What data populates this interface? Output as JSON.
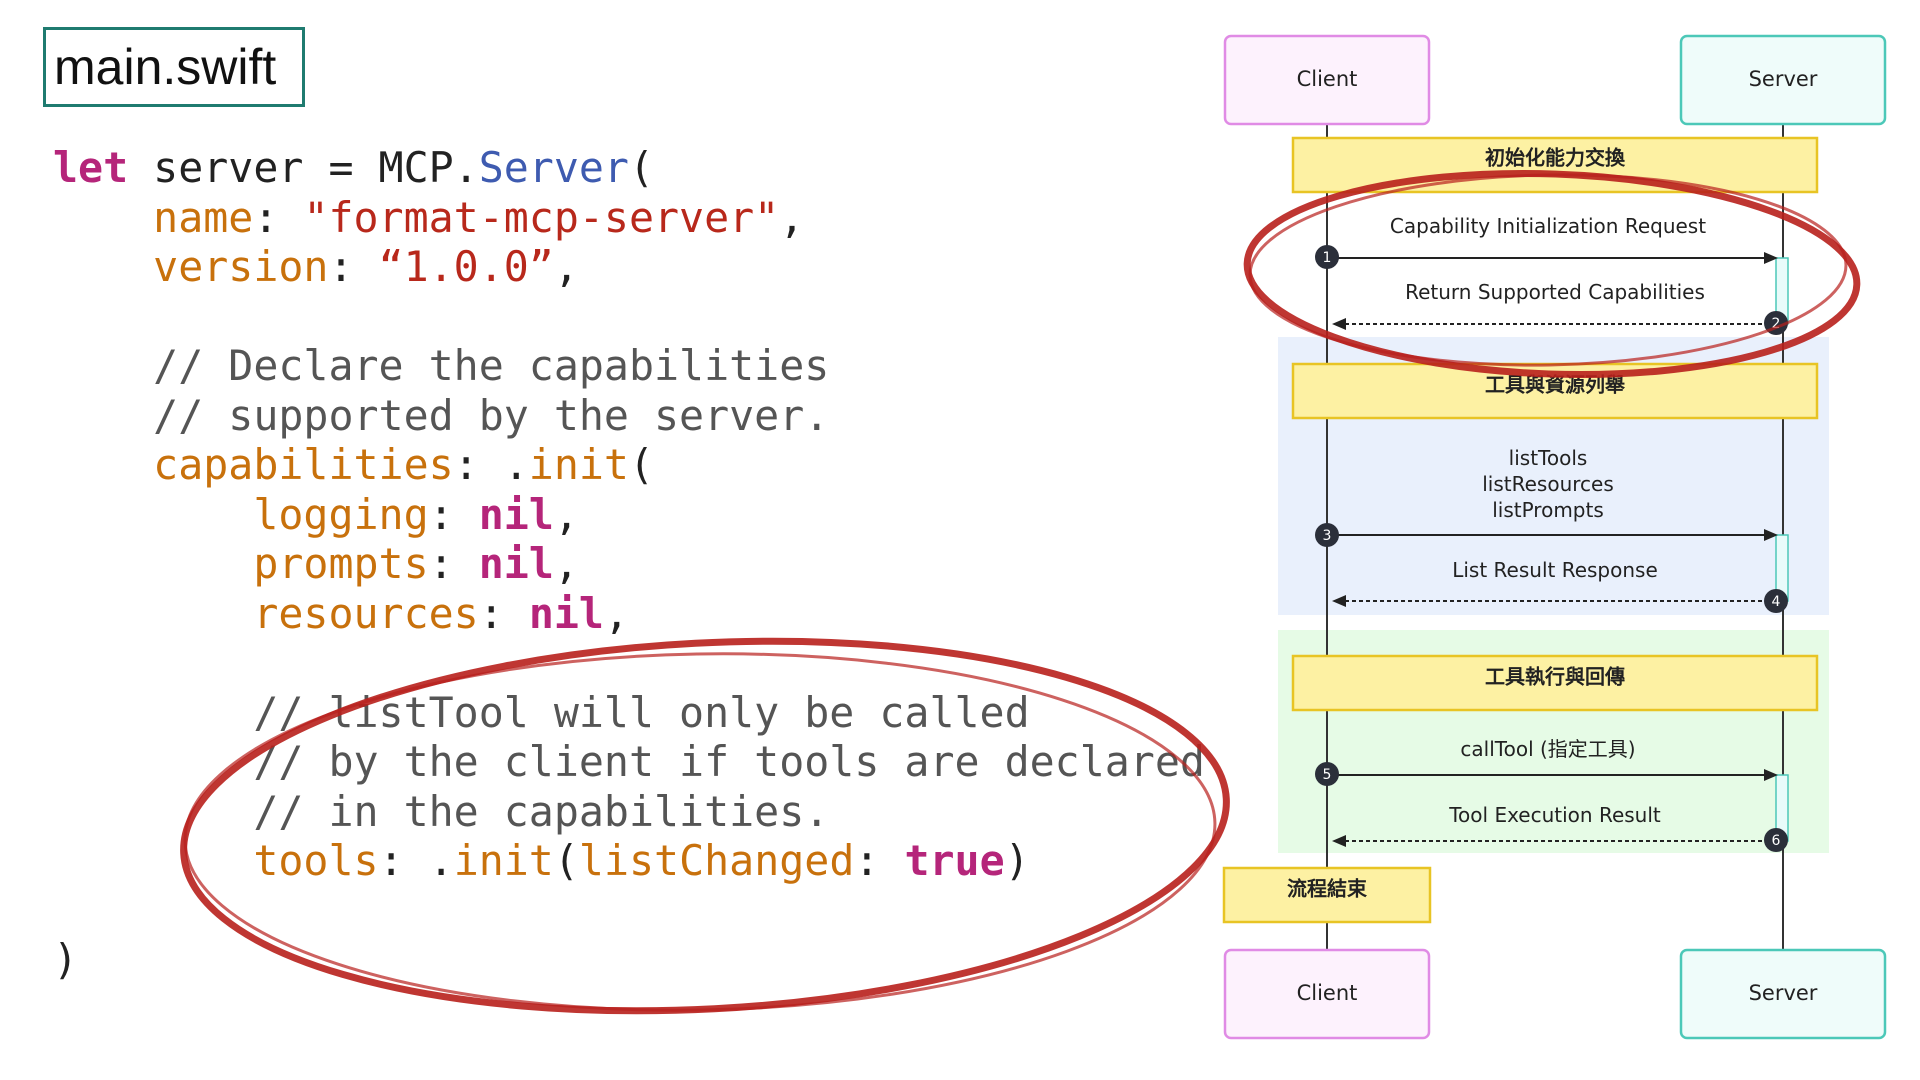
{
  "file_title": "main.swift",
  "code": {
    "lines": [
      [
        {
          "t": "let",
          "c": "kw"
        },
        {
          "t": " server = MCP.",
          "c": "punc"
        },
        {
          "t": "Server",
          "c": "ty"
        },
        {
          "t": "(",
          "c": "punc"
        }
      ],
      [
        {
          "t": "    ",
          "c": "punc"
        },
        {
          "t": "name",
          "c": "lbl"
        },
        {
          "t": ": ",
          "c": "punc"
        },
        {
          "t": "\"format-mcp-server\"",
          "c": "str"
        },
        {
          "t": ",",
          "c": "punc"
        }
      ],
      [
        {
          "t": "    ",
          "c": "punc"
        },
        {
          "t": "version",
          "c": "lbl"
        },
        {
          "t": ": ",
          "c": "punc"
        },
        {
          "t": "“1.0.0”",
          "c": "str"
        },
        {
          "t": ",",
          "c": "punc"
        }
      ],
      [],
      [
        {
          "t": "    // Declare the capabilities",
          "c": "cm"
        }
      ],
      [
        {
          "t": "    // supported by the server.",
          "c": "cm"
        }
      ],
      [
        {
          "t": "    ",
          "c": "punc"
        },
        {
          "t": "capabilities",
          "c": "lbl"
        },
        {
          "t": ": .",
          "c": "punc"
        },
        {
          "t": "init",
          "c": "lbl"
        },
        {
          "t": "(",
          "c": "punc"
        }
      ],
      [
        {
          "t": "        ",
          "c": "punc"
        },
        {
          "t": "logging",
          "c": "lbl"
        },
        {
          "t": ": ",
          "c": "punc"
        },
        {
          "t": "nil",
          "c": "kw"
        },
        {
          "t": ",",
          "c": "punc"
        }
      ],
      [
        {
          "t": "        ",
          "c": "punc"
        },
        {
          "t": "prompts",
          "c": "lbl"
        },
        {
          "t": ": ",
          "c": "punc"
        },
        {
          "t": "nil",
          "c": "kw"
        },
        {
          "t": ",",
          "c": "punc"
        }
      ],
      [
        {
          "t": "        ",
          "c": "punc"
        },
        {
          "t": "resources",
          "c": "lbl"
        },
        {
          "t": ": ",
          "c": "punc"
        },
        {
          "t": "nil",
          "c": "kw"
        },
        {
          "t": ",",
          "c": "punc"
        }
      ],
      [],
      [
        {
          "t": "        // listTool will only be called",
          "c": "cm"
        }
      ],
      [
        {
          "t": "        // by the client if tools are declared",
          "c": "cm"
        }
      ],
      [
        {
          "t": "        // in the capabilities.",
          "c": "cm"
        }
      ],
      [
        {
          "t": "        ",
          "c": "punc"
        },
        {
          "t": "tools",
          "c": "lbl"
        },
        {
          "t": ": .",
          "c": "punc"
        },
        {
          "t": "init",
          "c": "lbl"
        },
        {
          "t": "(",
          "c": "punc"
        },
        {
          "t": "listChanged",
          "c": "lbl"
        },
        {
          "t": ": ",
          "c": "punc"
        },
        {
          "t": "true",
          "c": "kw"
        },
        {
          "t": ")",
          "c": "punc"
        }
      ],
      [],
      [
        {
          "t": ")",
          "c": "punc"
        }
      ]
    ]
  },
  "sequence_diagram": {
    "participants": {
      "client": "Client",
      "server": "Server"
    },
    "sections": [
      {
        "note": "初始化能力交換"
      },
      {
        "note": "工具與資源列舉"
      },
      {
        "note": "工具執行與回傳"
      }
    ],
    "messages": [
      {
        "number": "1",
        "lines": [
          "Capability Initialization Request"
        ]
      },
      {
        "number": "2",
        "lines": [
          "Return Supported Capabilities"
        ]
      },
      {
        "number": "3",
        "lines": [
          "listTools",
          "listResources",
          "listPrompts"
        ]
      },
      {
        "number": "4",
        "lines": [
          "List Result Response"
        ]
      },
      {
        "number": "5",
        "lines": [
          "callTool (指定工具)"
        ]
      },
      {
        "number": "6",
        "lines": [
          "Tool Execution Result"
        ]
      }
    ],
    "end_note": "流程結束",
    "colors": {
      "client_border": "#e08be5",
      "client_fill": "#fdf2fd",
      "server_border": "#4cc8b8",
      "server_fill": "#effcfa",
      "note_fill": "#fdf1a3",
      "note_border": "#e8c424",
      "band_blue": "#e9f0fc",
      "band_green": "#e6fbe6",
      "annotation_red": "#b8201c"
    }
  }
}
